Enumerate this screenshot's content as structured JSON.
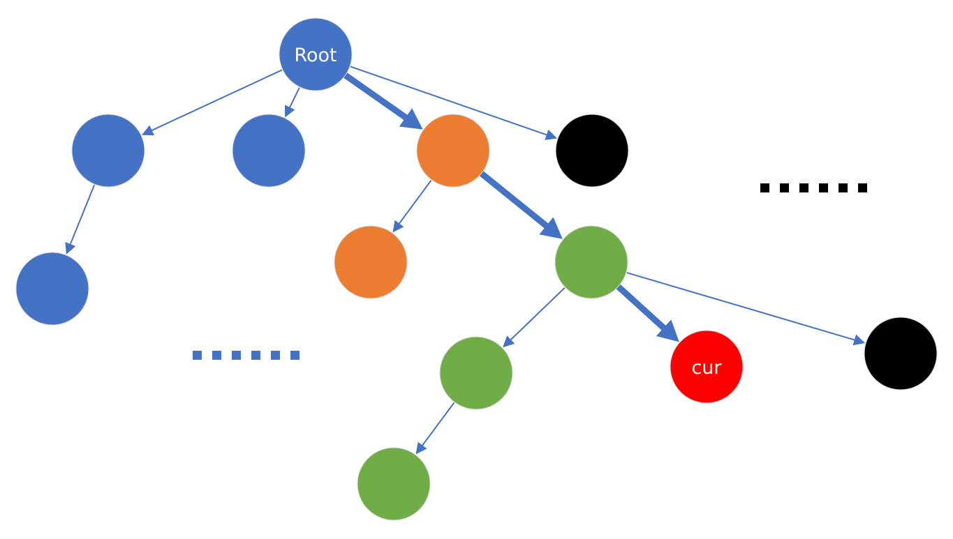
{
  "diagram": {
    "type": "tree-search-path",
    "colors": {
      "edge": "#4472C4",
      "blue": "#4472C4",
      "orange": "#ED7D31",
      "green": "#70AD47",
      "black": "#000000",
      "red": "#FF0000",
      "label": "#FFFFFF",
      "ellipsis_blue": "#4472C4",
      "ellipsis_black": "#000000"
    },
    "nodes": [
      {
        "id": "root",
        "label": "Root",
        "color": "blue"
      },
      {
        "id": "a1",
        "label": "",
        "color": "blue"
      },
      {
        "id": "a2",
        "label": "",
        "color": "blue"
      },
      {
        "id": "b",
        "label": "",
        "color": "orange"
      },
      {
        "id": "c",
        "label": "",
        "color": "black"
      },
      {
        "id": "a1c",
        "label": "",
        "color": "blue"
      },
      {
        "id": "b1",
        "label": "",
        "color": "orange"
      },
      {
        "id": "g",
        "label": "",
        "color": "green"
      },
      {
        "id": "g1",
        "label": "",
        "color": "green"
      },
      {
        "id": "cur",
        "label": "cur",
        "color": "red"
      },
      {
        "id": "g3",
        "label": "",
        "color": "black"
      },
      {
        "id": "g1c",
        "label": "",
        "color": "green"
      }
    ],
    "edges": [
      {
        "from": "root",
        "to": "a1",
        "emphasis": false
      },
      {
        "from": "root",
        "to": "a2",
        "emphasis": false
      },
      {
        "from": "root",
        "to": "b",
        "emphasis": true
      },
      {
        "from": "root",
        "to": "c",
        "emphasis": false
      },
      {
        "from": "a1",
        "to": "a1c",
        "emphasis": false
      },
      {
        "from": "b",
        "to": "b1",
        "emphasis": false
      },
      {
        "from": "b",
        "to": "g",
        "emphasis": true
      },
      {
        "from": "g",
        "to": "g1",
        "emphasis": false
      },
      {
        "from": "g",
        "to": "cur",
        "emphasis": true
      },
      {
        "from": "g",
        "to": "g3",
        "emphasis": false
      },
      {
        "from": "g1",
        "to": "g1c",
        "emphasis": false
      }
    ],
    "ellipses": [
      {
        "id": "ellipsis-blue",
        "color": "ellipsis_blue",
        "count": 6
      },
      {
        "id": "ellipsis-black",
        "color": "ellipsis_black",
        "count": 6
      }
    ]
  }
}
